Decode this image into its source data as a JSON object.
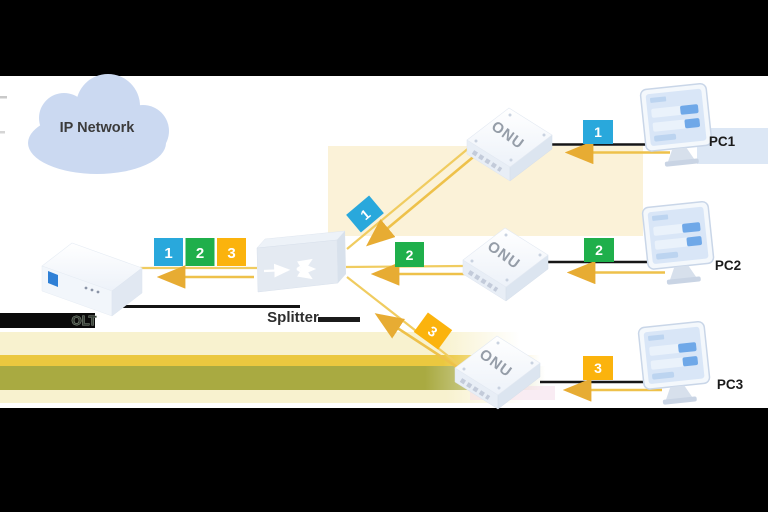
{
  "scene": {
    "cloud": {
      "label": "IP Network"
    },
    "olt": {
      "label": "OLT"
    },
    "splitter": {
      "label": "Splitter"
    },
    "onus": [
      {
        "label": "ONU"
      },
      {
        "label": "ONU"
      },
      {
        "label": "ONU"
      }
    ],
    "pcs": [
      {
        "label": "PC1"
      },
      {
        "label": "PC2"
      },
      {
        "label": "PC3"
      }
    ],
    "packets": {
      "olt_row": [
        {
          "n": "1"
        },
        {
          "n": "2"
        },
        {
          "n": "3"
        }
      ],
      "splitter_to_onu": [
        {
          "n": "1"
        },
        {
          "n": "2"
        },
        {
          "n": "3"
        }
      ],
      "pc_to_onu": [
        {
          "n": "1"
        },
        {
          "n": "2"
        },
        {
          "n": "3"
        }
      ]
    }
  },
  "colors": {
    "packet_1": "#29A8DC",
    "packet_2": "#1FAF4B",
    "packet_3": "#FBB30D",
    "fiber": "#F0CC60",
    "arrow": "#EEC14A",
    "arrowhead": "#E7AC33",
    "cable": "#161616",
    "cloud_fill": "#CBD9F1",
    "label_text": "#2E2E2E"
  }
}
